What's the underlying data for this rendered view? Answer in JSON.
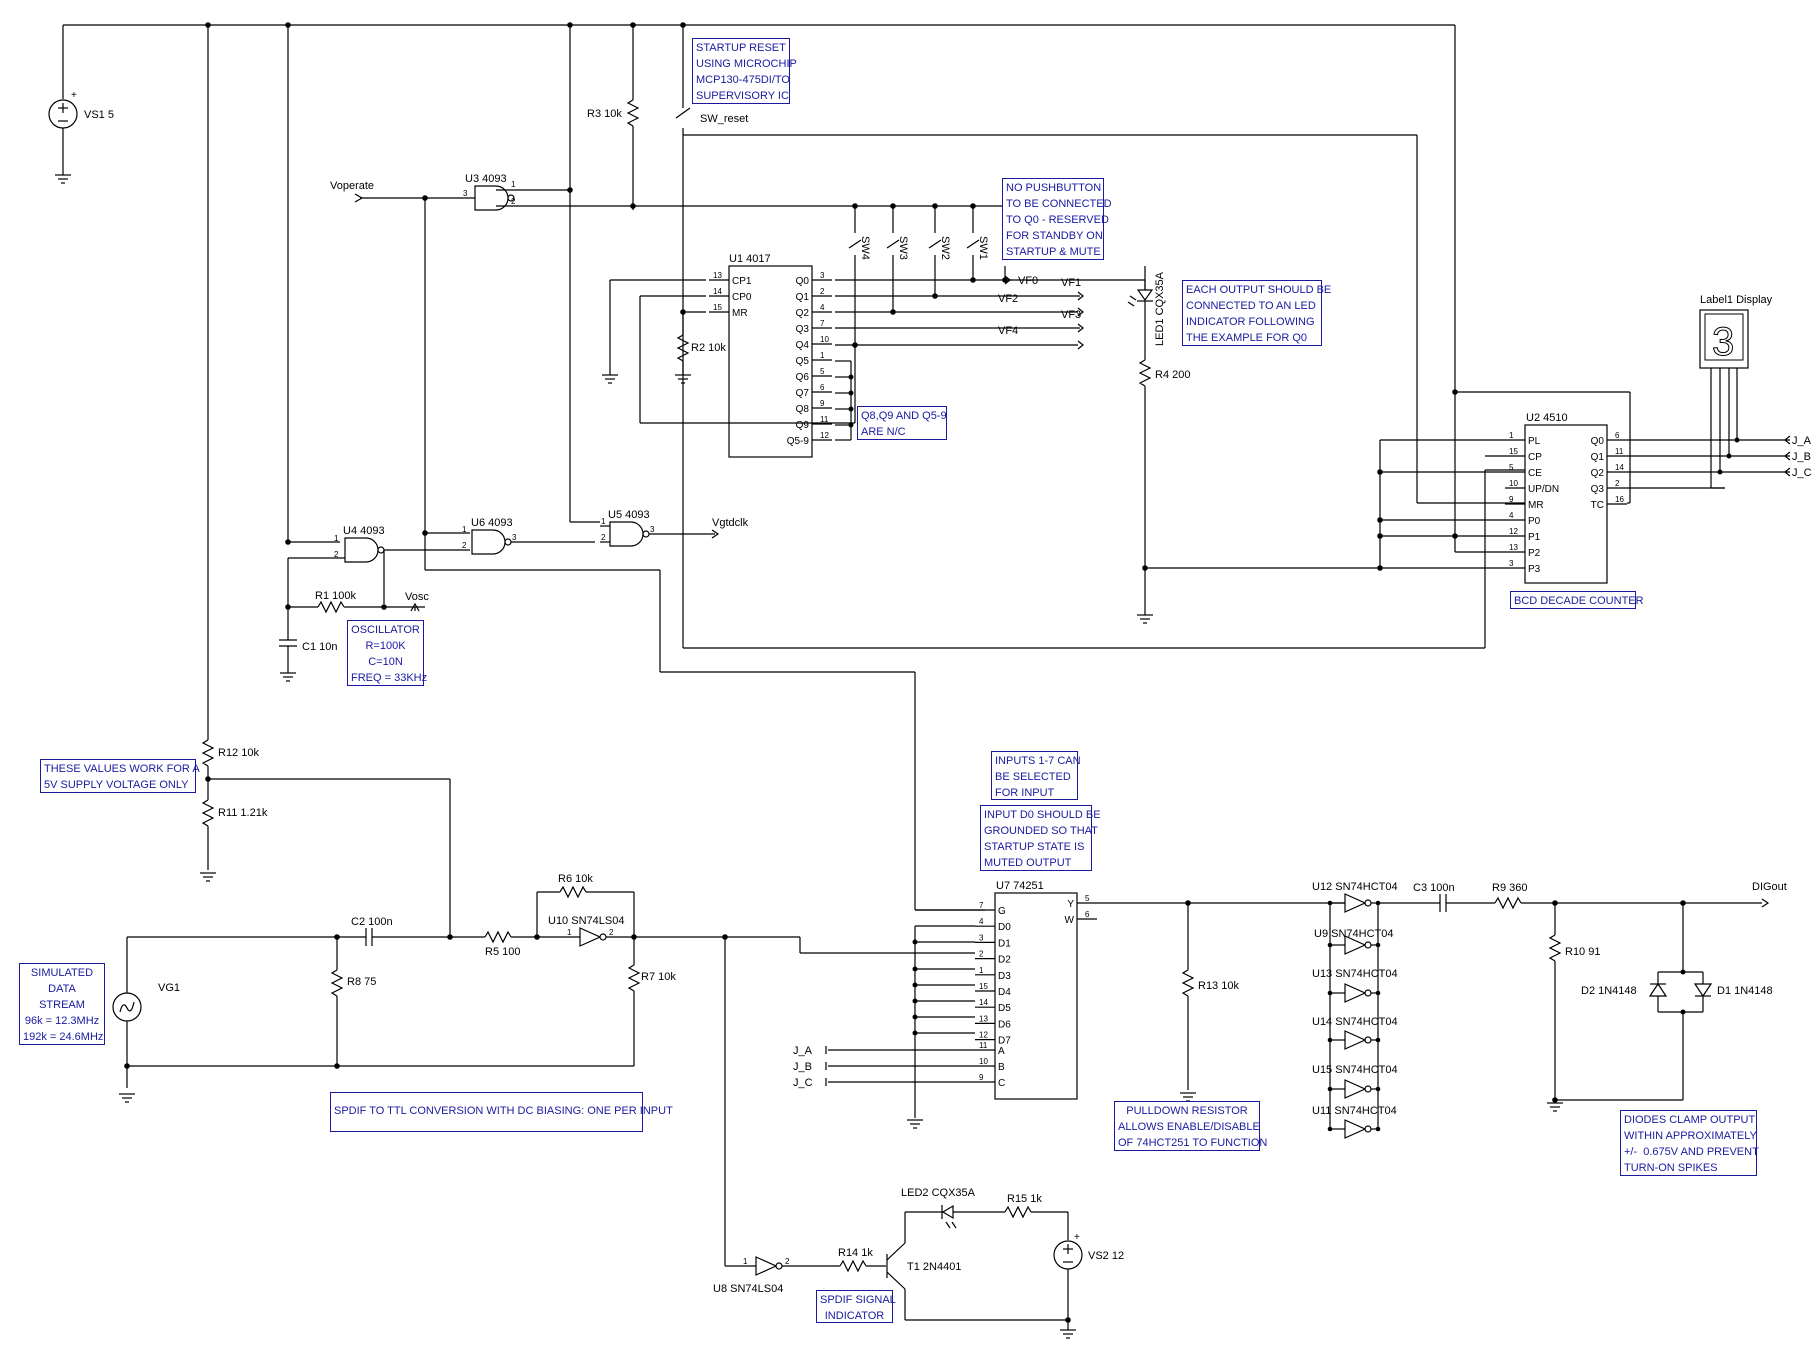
{
  "labels": {
    "vs1": "VS1 5",
    "vs2": "VS2 12",
    "vg1": "VG1",
    "r1": "R1 100k",
    "r2": "R2 10k",
    "r3": "R3 10k",
    "r4": "R4 200",
    "r5": "R5 100",
    "r6": "R6 10k",
    "r7": "R7 10k",
    "r8": "R8 75",
    "r9": "R9 360",
    "r10": "R10 91",
    "r11": "R11 1.21k",
    "r12": "R12 10k",
    "r13": "R13 10k",
    "r14": "R14 1k",
    "r15": "R15 1k",
    "c1": "C1 10n",
    "c2": "C2 100n",
    "c3": "C3 100n",
    "u1": "U1 4017",
    "u2": "U2 4510",
    "u3": "U3 4093",
    "u4": "U4 4093",
    "u5": "U5 4093",
    "u6": "U6 4093",
    "u7": "U7 74251",
    "u8": "U8 SN74LS04",
    "u9": "U9 SN74HCT04",
    "u10": "U10 SN74LS04",
    "u11": "U11 SN74HCT04",
    "u12": "U12 SN74HCT04",
    "u13": "U13 SN74HCT04",
    "u14": "U14 SN74HCT04",
    "u15": "U15 SN74HCT04",
    "led1": "LED1 CQX35A",
    "led2": "LED2 CQX35A",
    "t1": "T1 2N4401",
    "d1": "D1 1N4148",
    "d2": "D2 1N4148",
    "sw1": "SW1",
    "sw2": "SW2",
    "sw3": "SW3",
    "sw4": "SW4",
    "sw_reset": "SW_reset",
    "display": "Label1 Display",
    "display_digit": "3",
    "voperate": "Voperate",
    "vosc": "Vosc",
    "vgtdclk": "Vgtdclk",
    "digout": "DIGout",
    "vf0": "VF0",
    "vf1": "VF1",
    "vf2": "VF2",
    "vf3": "VF3",
    "vf4": "VF4",
    "ja": "J_A",
    "jb": "J_B",
    "jc": "J_C"
  },
  "u1_pins_left": [
    {
      "num": "13",
      "name": "CP1"
    },
    {
      "num": "14",
      "name": "CP0"
    },
    {
      "num": "15",
      "name": "MR"
    }
  ],
  "u1_pins_right": [
    {
      "num": "3",
      "name": "Q0"
    },
    {
      "num": "2",
      "name": "Q1"
    },
    {
      "num": "4",
      "name": "Q2"
    },
    {
      "num": "7",
      "name": "Q3"
    },
    {
      "num": "10",
      "name": "Q4"
    },
    {
      "num": "1",
      "name": "Q5"
    },
    {
      "num": "5",
      "name": "Q6"
    },
    {
      "num": "6",
      "name": "Q7"
    },
    {
      "num": "9",
      "name": "Q8"
    },
    {
      "num": "11",
      "name": "Q9"
    },
    {
      "num": "12",
      "name": "Q5-9"
    }
  ],
  "u2_pins_left": [
    {
      "num": "1",
      "name": "PL"
    },
    {
      "num": "15",
      "name": "CP"
    },
    {
      "num": "5",
      "name": "CE"
    },
    {
      "num": "10",
      "name": "UP/DN"
    },
    {
      "num": "9",
      "name": "MR"
    },
    {
      "num": "4",
      "name": "P0"
    },
    {
      "num": "12",
      "name": "P1"
    },
    {
      "num": "13",
      "name": "P2"
    },
    {
      "num": "3",
      "name": "P3"
    }
  ],
  "u2_pins_right": [
    {
      "num": "6",
      "name": "Q0"
    },
    {
      "num": "11",
      "name": "Q1"
    },
    {
      "num": "14",
      "name": "Q2"
    },
    {
      "num": "2",
      "name": "Q3"
    },
    {
      "num": "16",
      "name": "TC"
    }
  ],
  "u7_pins_left": [
    {
      "num": "7",
      "name": "G"
    },
    {
      "num": "4",
      "name": "D0"
    },
    {
      "num": "3",
      "name": "D1"
    },
    {
      "num": "2",
      "name": "D2"
    },
    {
      "num": "1",
      "name": "D3"
    },
    {
      "num": "15",
      "name": "D4"
    },
    {
      "num": "14",
      "name": "D5"
    },
    {
      "num": "13",
      "name": "D6"
    },
    {
      "num": "12",
      "name": "D7"
    },
    {
      "num": "11",
      "name": "A"
    },
    {
      "num": "10",
      "name": "B"
    },
    {
      "num": "9",
      "name": "C"
    }
  ],
  "u7_pins_right": [
    {
      "num": "5",
      "name": "Y"
    },
    {
      "num": "6",
      "name": "W"
    }
  ],
  "gate_pins": {
    "p1": "1",
    "p2": "2",
    "p3": "3"
  },
  "notes": {
    "startup_reset": "STARTUP RESET\nUSING MICROCHIP\nMCP130-475DI/TO\nSUPERVISORY IC",
    "no_pushbutton": "NO PUSHBUTTON\nTO BE CONNECTED\nTO Q0 - RESERVED\nFOR STANDBY ON\nSTARTUP & MUTE",
    "each_output": "EACH OUTPUT SHOULD BE\nCONNECTED TO AN LED\nINDICATOR FOLLOWING\nTHE EXAMPLE FOR Q0",
    "q8q9": "Q8,Q9 AND Q5-9\nARE N/C",
    "bcd": "BCD DECADE COUNTER",
    "oscillator": "OSCILLATOR\nR=100K\nC=10N\nFREQ = 33KHz",
    "these_values": "THESE VALUES WORK FOR A\n5V SUPPLY VOLTAGE ONLY",
    "inputs_1_7": "INPUTS 1-7 CAN\nBE SELECTED\nFOR INPUT",
    "input_d0": "INPUT D0 SHOULD BE\nGROUNDED SO THAT\nSTARTUP STATE IS\nMUTED OUTPUT",
    "simulated": "SIMULATED\nDATA\nSTREAM\n96k = 12.3MHz\n192k = 24.6MHz",
    "spdif_ttl": "SPDIF TO TTL CONVERSION WITH DC BIASING: ONE PER INPUT",
    "pulldown": "PULLDOWN RESISTOR\nALLOWS ENABLE/DISABLE\nOF 74HCT251 TO FUNCTION",
    "spdif_indicator": "SPDIF SIGNAL\nINDICATOR",
    "diodes_clamp": "DIODES CLAMP OUTPUT\nWITHIN APPROXIMATELY\n+/-  0.675V AND PREVENT\nTURN-ON SPIKES"
  },
  "colors": {
    "wire": "#000000",
    "note_text": "#1a1aa0",
    "background": "#ffffff"
  }
}
